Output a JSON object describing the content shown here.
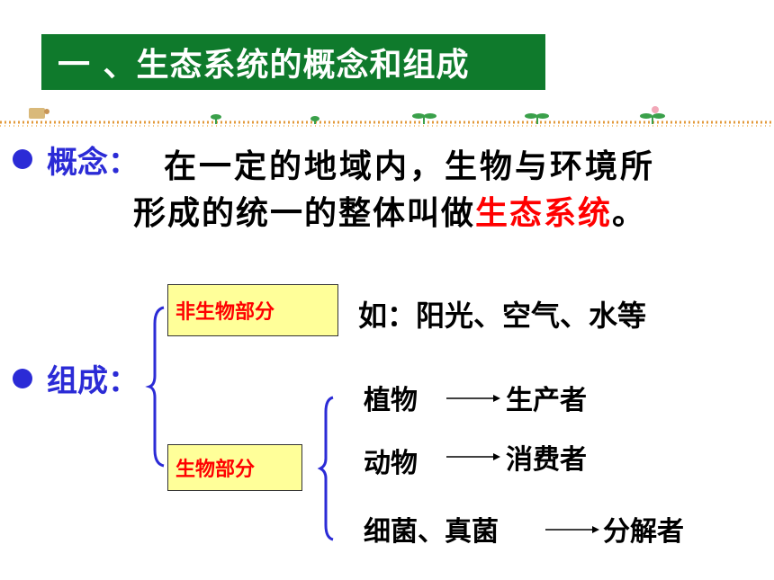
{
  "title": "一 、生态系统的概念和组成",
  "concept": {
    "label": "概念：",
    "line1": "在一定的地域内，生物与环境所",
    "line2_prefix": "形成的统一的整体叫做",
    "line2_highlight": "生态系统",
    "line2_suffix": "。"
  },
  "composition": {
    "label": "组成：",
    "nonliving_box": "非生物部分",
    "nonliving_example": "如：阳光、空气、水等",
    "living_box": "生物部分",
    "rows": [
      {
        "left": "植物",
        "right": "生产者"
      },
      {
        "left": "动物",
        "right": "消费者"
      },
      {
        "left": "细菌、真菌",
        "right": "分解者"
      }
    ]
  },
  "colors": {
    "title_bg": "#0f7a2c",
    "accent_blue": "#2b2bd6",
    "highlight_red": "#ff0000",
    "box_bg": "#ffff99"
  }
}
